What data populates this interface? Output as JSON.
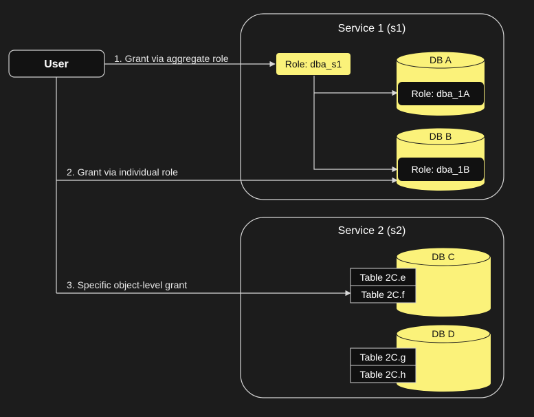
{
  "user": {
    "label": "User"
  },
  "services": [
    {
      "title": "Service 1 (s1)"
    },
    {
      "title": "Service 2 (s2)"
    }
  ],
  "aggregate_role": {
    "label": "Role: dba_s1"
  },
  "databases": [
    {
      "name": "DB A",
      "role": "Role: dba_1A"
    },
    {
      "name": "DB B",
      "role": "Role: dba_1B"
    },
    {
      "name": "DB C",
      "tables": [
        "Table 2C.e",
        "Table 2C.f"
      ]
    },
    {
      "name": "DB D",
      "tables": [
        "Table 2C.g",
        "Table 2C.h"
      ]
    }
  ],
  "edges": [
    {
      "label": "1.  Grant via aggregate role"
    },
    {
      "label": "2.  Grant via individual role"
    },
    {
      "label": "3.  Specific object-level grant"
    }
  ],
  "colors": {
    "background": "#1c1c1c",
    "accent_yellow": "#fbf27a",
    "line": "#d8d8d8",
    "dark_box": "#111111"
  }
}
